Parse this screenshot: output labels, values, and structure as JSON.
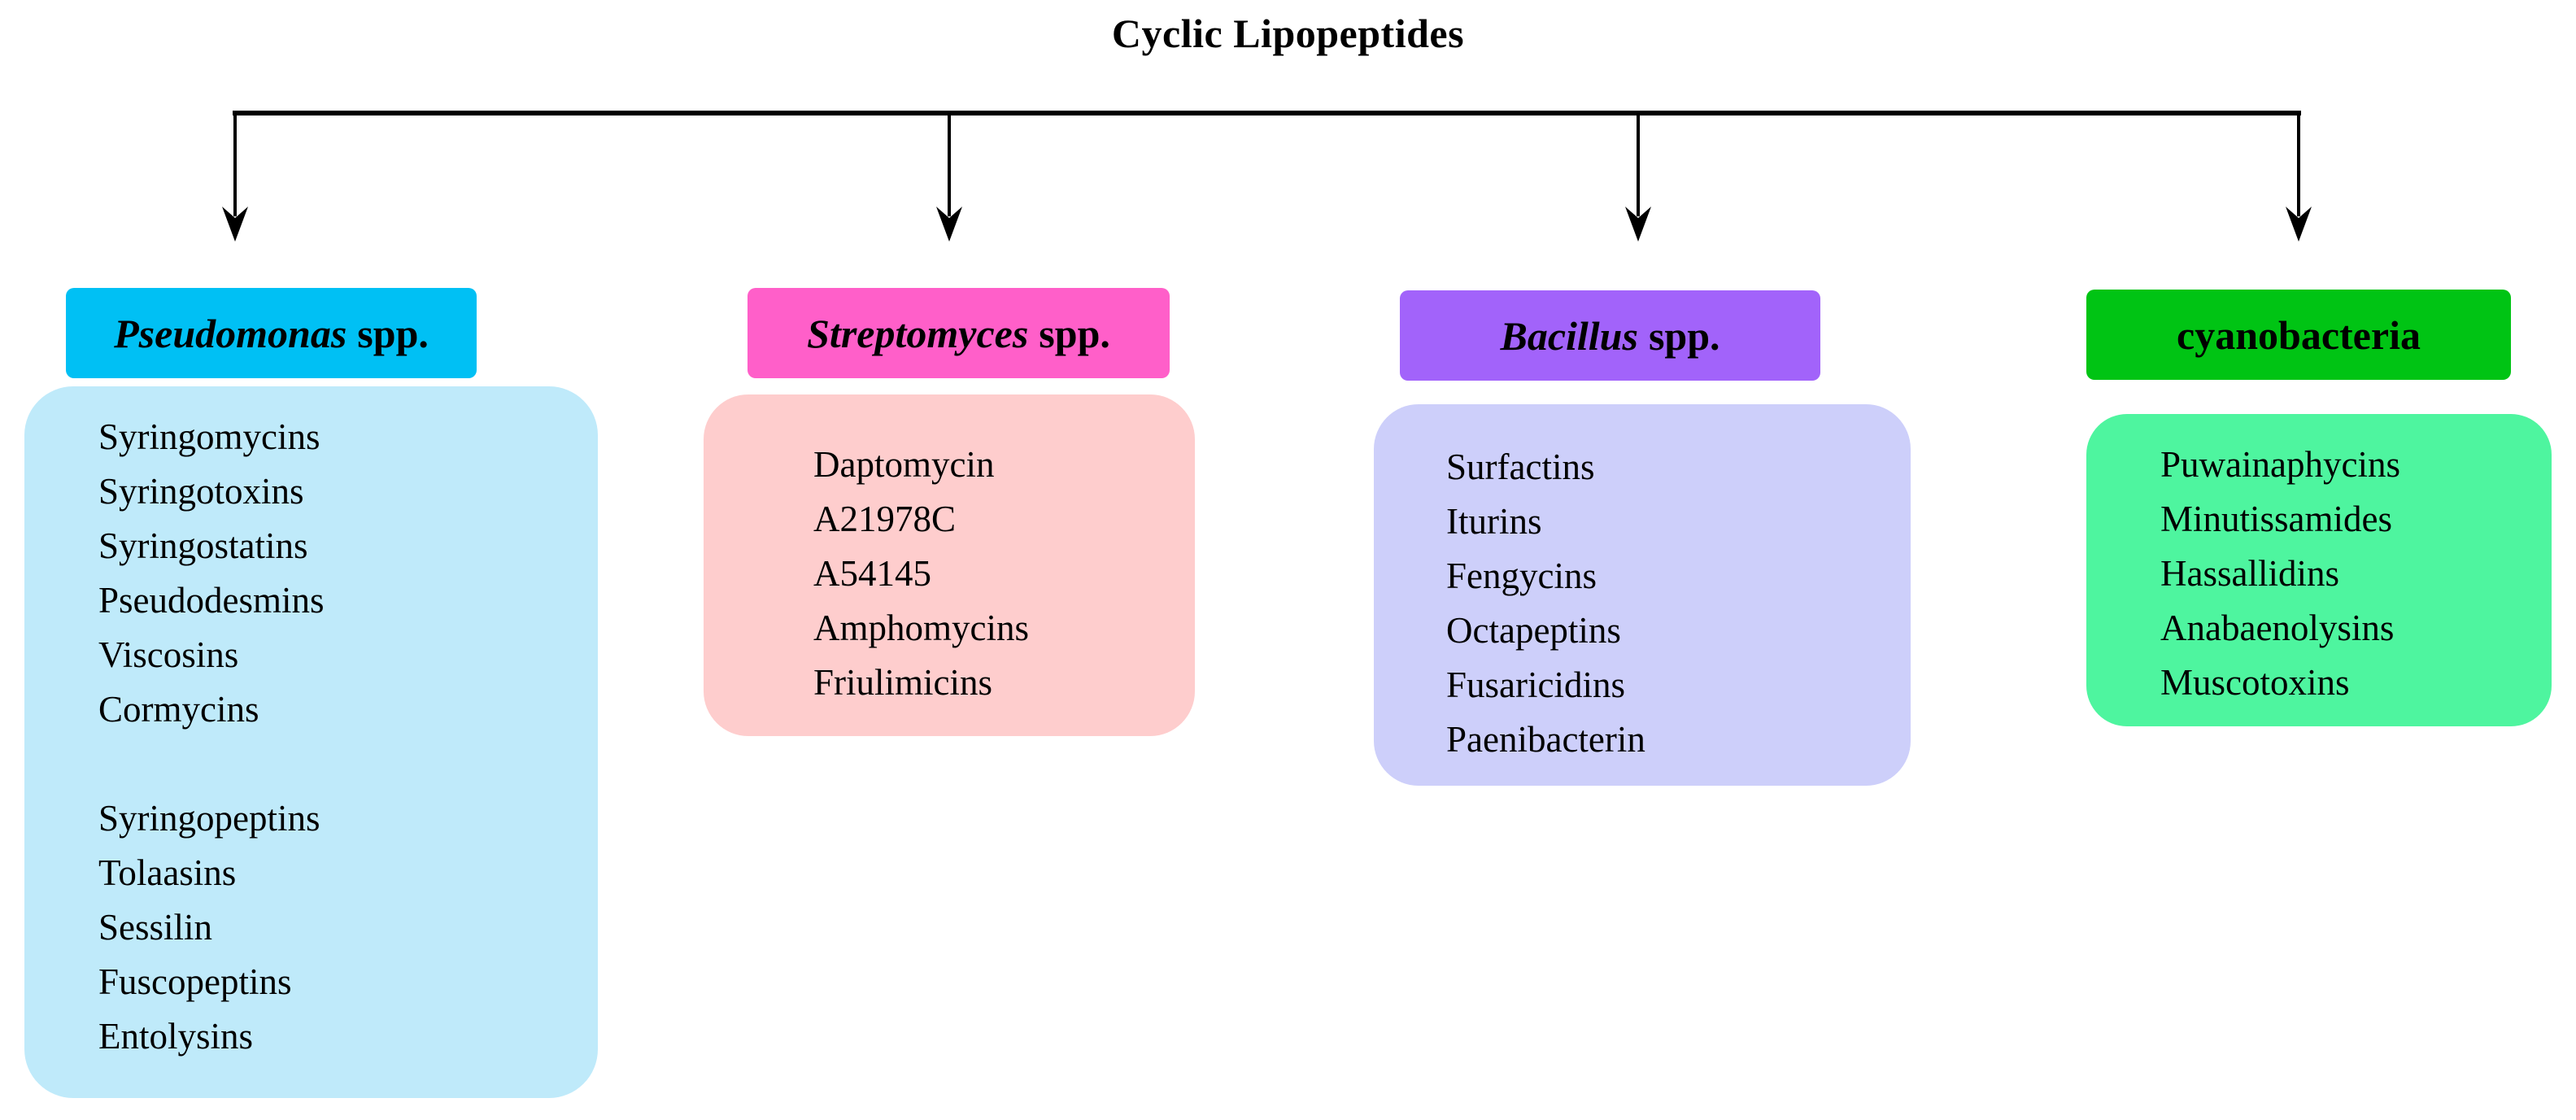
{
  "title": "Cyclic Lipopeptides",
  "colors": {
    "line": "#000000",
    "pseudomonas_header": "#00c0f4",
    "pseudomonas_list": "#bfeafa",
    "streptomyces_header": "#ff5fc9",
    "streptomyces_list": "#fecdcd",
    "bacillus_header": "#a263fa",
    "bacillus_list": "#cdcffa",
    "cyanobacteria_header": "#00c414",
    "cyanobacteria_list": "#4ef59f"
  },
  "columns": [
    {
      "id": "pseudomonas",
      "header": {
        "name": "Pseudomonas",
        "suffix": "spp."
      },
      "items": [
        "Syringomycins",
        "Syringotoxins",
        "Syringostatins",
        "Pseudodesmins",
        "Viscosins",
        "Cormycins",
        "",
        "Syringopeptins",
        "Tolaasins",
        "Sessilin",
        "Fuscopeptins",
        "Entolysins"
      ]
    },
    {
      "id": "streptomyces",
      "header": {
        "name": "Streptomyces",
        "suffix": "spp."
      },
      "items": [
        "Daptomycin",
        "A21978C",
        "A54145",
        "Amphomycins",
        "Friulimicins"
      ]
    },
    {
      "id": "bacillus",
      "header": {
        "name": "Bacillus",
        "suffix": "spp."
      },
      "items": [
        "Surfactins",
        "Iturins",
        "Fengycins",
        "Octapeptins",
        "Fusaricidins",
        "Paenibacterin"
      ]
    },
    {
      "id": "cyanobacteria",
      "header": {
        "name": "cyanobacteria",
        "suffix": ""
      },
      "items": [
        "Puwainaphycins",
        "Minutissamides",
        "Hassallidins",
        "Anabaenolysins",
        "Muscotoxins"
      ]
    }
  ]
}
